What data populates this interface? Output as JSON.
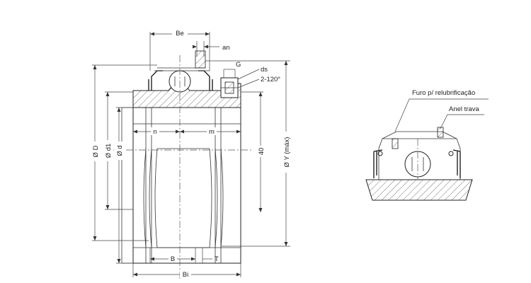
{
  "labels": {
    "be": "Be",
    "an": "an",
    "g": "G",
    "ds": "ds",
    "angle": "2-120°",
    "n": "n",
    "m": "m",
    "d_outer": "Ø D",
    "d1": "Ø d1",
    "d": "Ø d",
    "forty": "40",
    "y_max": "Ø Y (máx)",
    "b": "B",
    "t": "T",
    "bi": "Bi",
    "furo": "Furo p/ relubrificação",
    "anel": "Anel trava"
  },
  "colors": {
    "line": "#333333",
    "hatch": "#555555",
    "background": "#ffffff"
  }
}
